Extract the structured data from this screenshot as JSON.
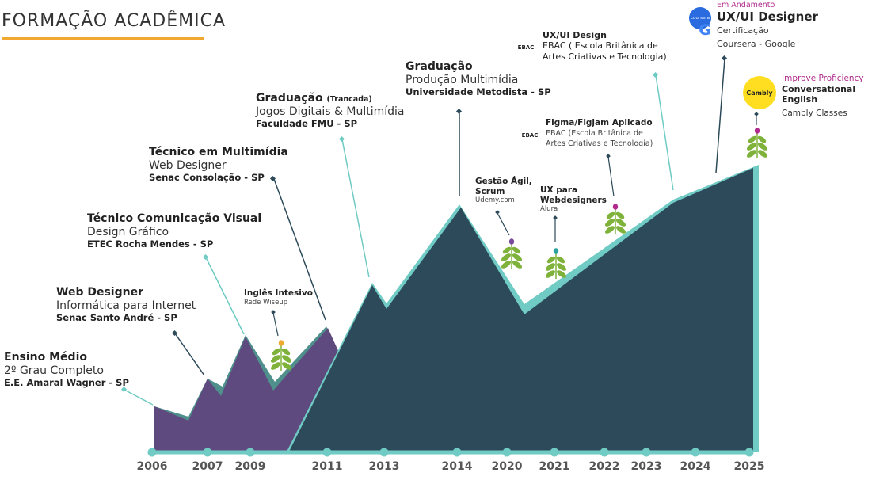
{
  "page": {
    "title": "FORMAÇÃO ACADÊMICA"
  },
  "colors": {
    "purple": "#5e4a7e",
    "dark": "#2d4a5a",
    "teal": "#6fcbc4",
    "accent": "#f0a830",
    "magenta": "#b02b8c"
  },
  "years": [
    "2006",
    "2007",
    "2009",
    "2011",
    "2013",
    "2014",
    "2020",
    "2021",
    "2022",
    "2023",
    "2024",
    "2025"
  ],
  "entries": {
    "ensino": {
      "title": "Ensino Médio",
      "subtitle": "2º Grau Completo",
      "school": "E.E. Amaral Wagner - SP"
    },
    "webdes": {
      "title": "Web Designer",
      "subtitle": "Informática para Internet",
      "school": "Senac Santo André - SP"
    },
    "tcv": {
      "title": "Técnico Comunicação Visual",
      "subtitle": "Design Gráfico",
      "school": "ETEC Rocha Mendes - SP"
    },
    "tmm": {
      "title": "Técnico em Multimídia",
      "subtitle": "Web Designer",
      "school": "Senac Consolação - SP"
    },
    "grad1": {
      "title": "Graduação",
      "tag": "(Trancada)",
      "subtitle": "Jogos Digitais & Multimídia",
      "school": "Faculdade FMU - SP"
    },
    "grad2": {
      "title": "Graduação",
      "subtitle": "Produção Multimídia",
      "school": "Universidade Metodista - SP"
    },
    "ingles": {
      "title": "Inglês Intesivo",
      "school": "Rede Wiseup"
    },
    "gestao": {
      "title_line1": "Gestão Ágil,",
      "title_line2": "Scrum",
      "school": "Udemy.com"
    },
    "uxweb": {
      "title_line1": "UX para",
      "title_line2": "Webdesigners",
      "school": "Alura"
    },
    "figma": {
      "title": "Figma/Figjam Aplicado",
      "line1": "EBAC (Escola Britânica de",
      "line2": "Artes Criativas e Tecnologia)"
    },
    "uxui": {
      "title": "UX/UI Design",
      "line1": "EBAC ( Escola Britânica de",
      "line2": "Artes Criativas e Tecnologia)"
    },
    "coursera": {
      "status": "Em Andamento",
      "title": "UX/UI Designer",
      "line1": "Certificação",
      "line2": "Coursera - Google"
    },
    "cambly": {
      "status": "Improve Proficiency",
      "line1": "Conversational",
      "line2": "English",
      "school": "Cambly Classes"
    }
  },
  "logos": {
    "ebac": "EBAC",
    "coursera": "coursera",
    "google": "G",
    "cambly": "Cambly"
  },
  "icons": [
    "sprout-icon",
    "ebac-logo",
    "coursera-logo",
    "google-logo",
    "cambly-logo"
  ]
}
